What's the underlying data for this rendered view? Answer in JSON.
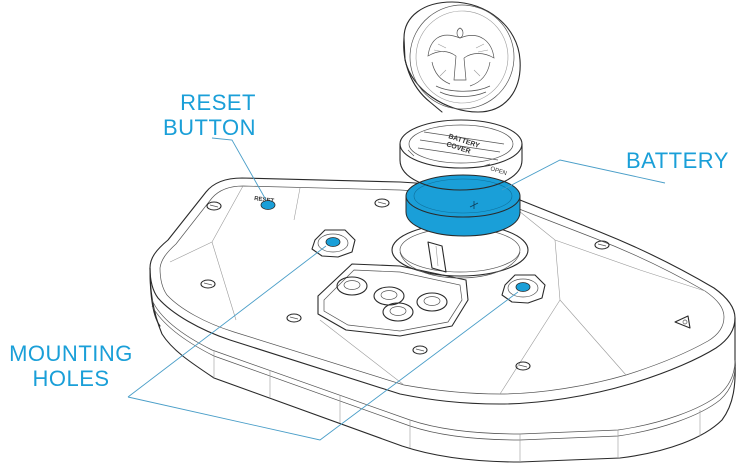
{
  "colors": {
    "accent": "#1a9fd8",
    "ink": "#2a2a2a",
    "leader": "#4a9ec8"
  },
  "labels": {
    "reset_button": [
      "RESET",
      "BUTTON"
    ],
    "battery": [
      "BATTERY"
    ],
    "mounting_holes": [
      "MOUNTING",
      "HOLES"
    ]
  },
  "markings": {
    "device_reset": "RESET",
    "cover_text": [
      "BATTERY",
      "COVER"
    ],
    "cover_open": "OPEN"
  }
}
